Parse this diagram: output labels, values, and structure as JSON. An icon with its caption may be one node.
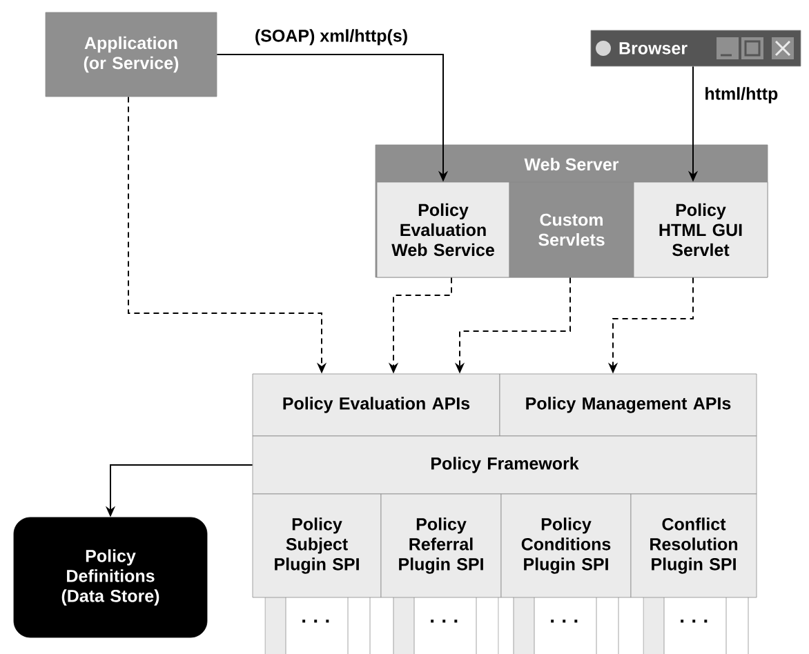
{
  "diagram": {
    "nodes": [
      {
        "text": [
          "Application (or Service)"
        ]
      },
      {
        "text": [
          "Browser"
        ]
      },
      {
        "text": [
          "Web Server"
        ]
      },
      {
        "text": [
          "Policy Evaluation Web Service"
        ],
        "in": 2
      },
      {
        "text": [
          "Custom Servlets"
        ],
        "in": 2
      },
      {
        "text": [
          "Policy HTML GUI Servlet"
        ],
        "in": 2
      },
      {
        "text": [
          "Policy Evaluation APIs"
        ]
      },
      {
        "text": [
          "Policy Management APIs"
        ]
      },
      {
        "text": [
          "Policy Framework"
        ]
      },
      {
        "text": [
          "Policy Subject Plugin SPI"
        ]
      },
      {
        "text": [
          "Policy Referral Plugin SPI"
        ]
      },
      {
        "text": [
          "Policy Conditions Plugin SPI"
        ]
      },
      {
        "text": [
          "Conflict Resolution Plugin SPI"
        ]
      },
      {
        "text": [
          "Policy Definitions (Data Store)"
        ]
      }
    ],
    "edges": [
      {
        "from": 0,
        "to": 3,
        "arrow": "to",
        "label": "(SOAP) xml/http(s)"
      },
      {
        "from": 1,
        "to": 5,
        "arrow": "to",
        "label": "html/http"
      },
      {
        "from": 0,
        "to": 6,
        "arrow": "to",
        "style": "dashed"
      },
      {
        "from": 3,
        "to": 6,
        "arrow": "to",
        "style": "dashed"
      },
      {
        "from": 4,
        "to": 6,
        "arrow": "to",
        "style": "dashed"
      },
      {
        "from": 5,
        "to": 7,
        "arrow": "to",
        "style": "dashed"
      },
      {
        "from": 8,
        "to": 13,
        "arrow": "to"
      }
    ],
    "labels": [
      "· · ·",
      "· · ·",
      "· · ·",
      "· · ·"
    ]
  }
}
